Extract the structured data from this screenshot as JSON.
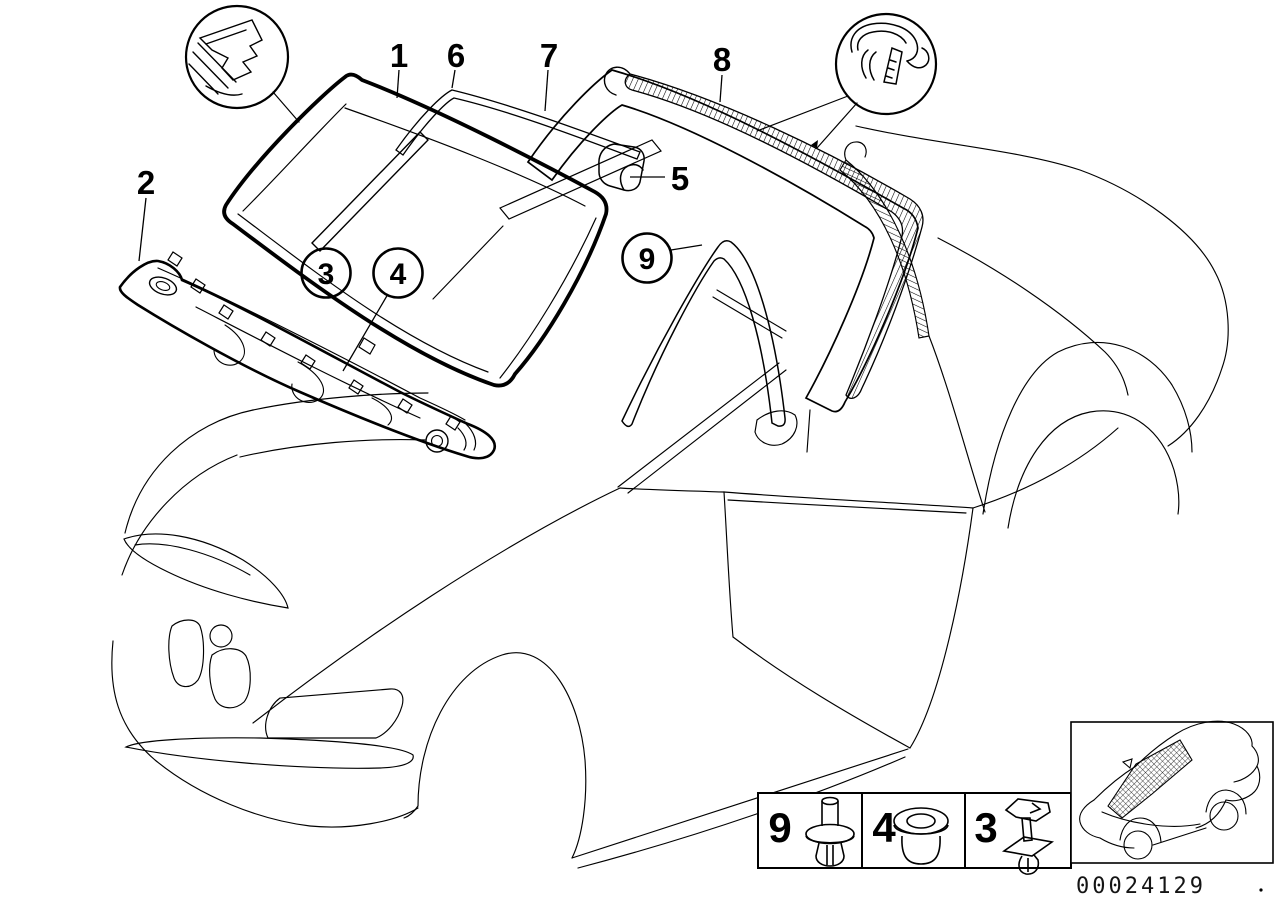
{
  "page": {
    "background_color": "#ffffff",
    "line_color": "#000000",
    "description": "BMW Z3 roadster windscreen glazing exploded parts diagram"
  },
  "callouts": {
    "part1": "1",
    "part2": "2",
    "part3": "3",
    "part4": "4",
    "part5": "5",
    "part6": "6",
    "part7": "7",
    "part8": "8",
    "part9": "9"
  },
  "legend": {
    "items": [
      {
        "number": "9",
        "icon": "blind-rivet-fastener-icon"
      },
      {
        "number": "4",
        "icon": "grommet-icon"
      },
      {
        "number": "3",
        "icon": "expanding-clip-icon"
      }
    ]
  },
  "thumbnail": {
    "icon": "car-windscreen-location-icon"
  },
  "footer": {
    "document_number": "00024129"
  }
}
